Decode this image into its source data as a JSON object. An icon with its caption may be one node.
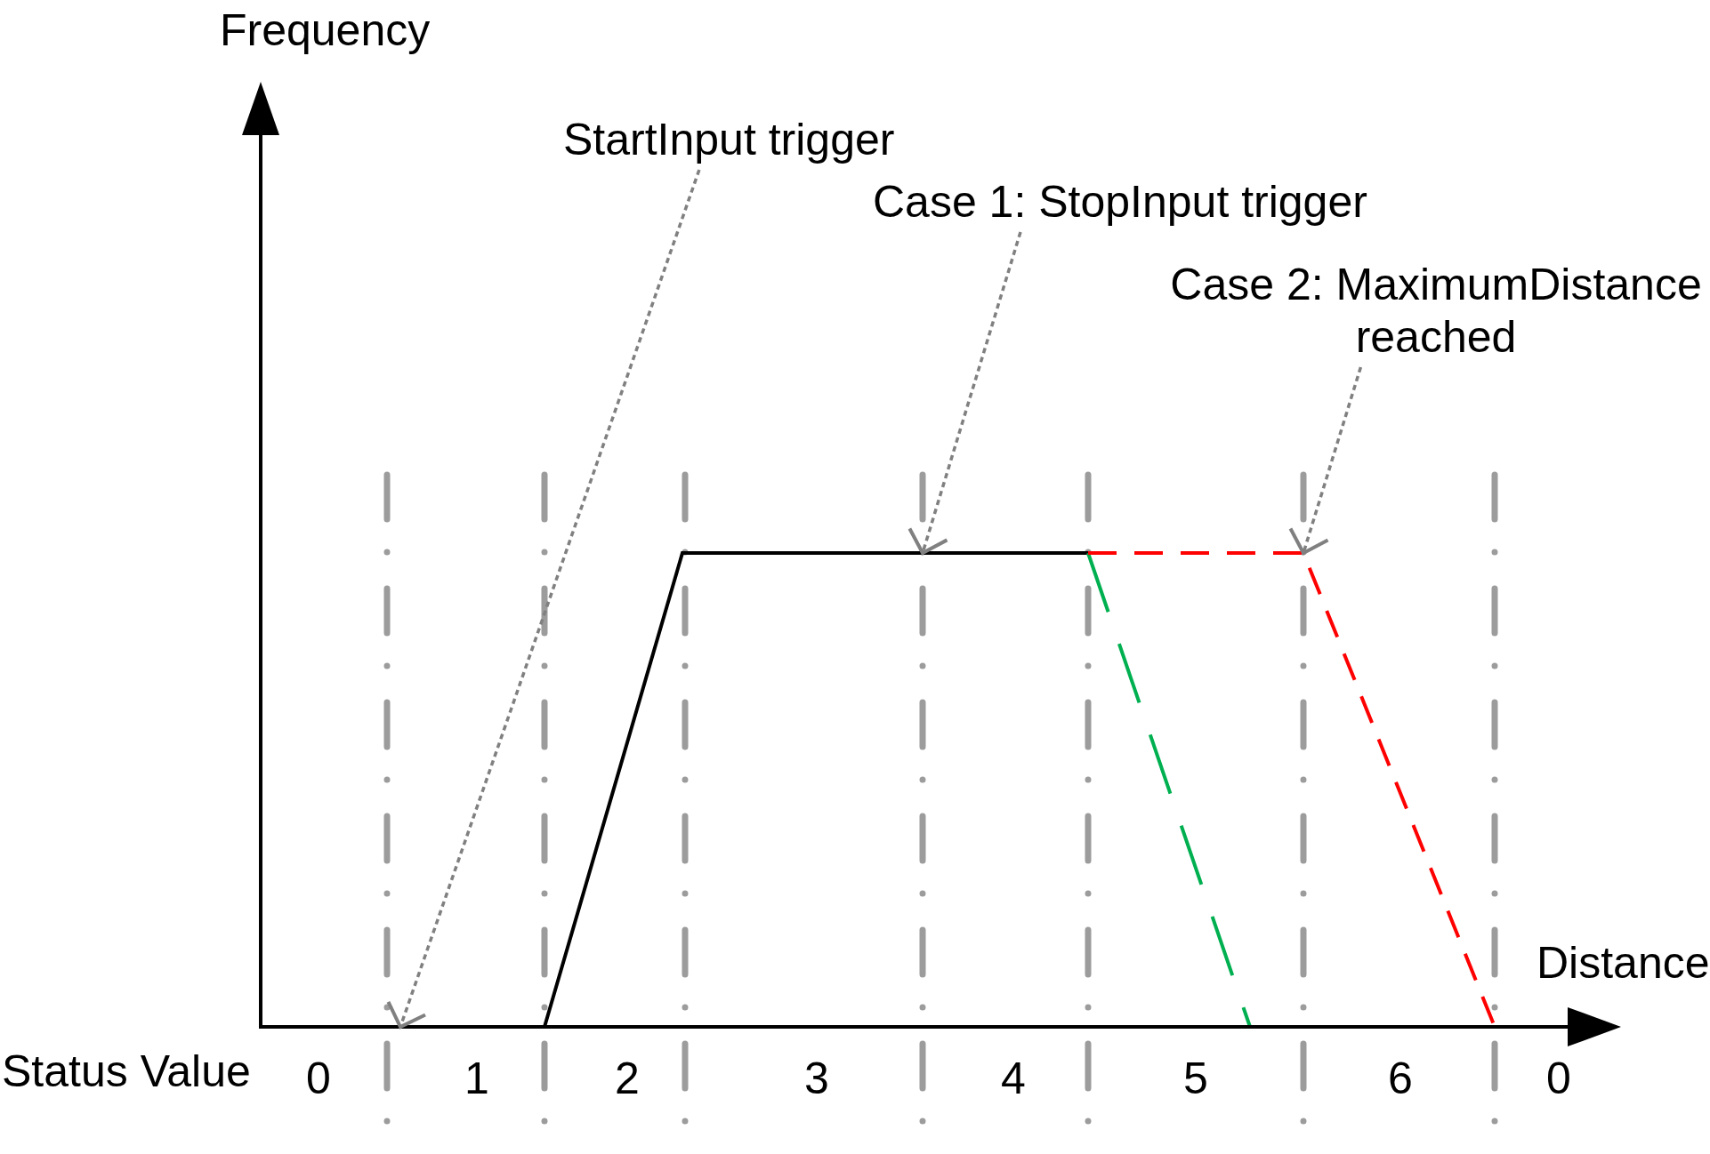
{
  "diagram": {
    "nodes": [
      {
        "text": [
          "StartInput trigger"
        ]
      },
      {
        "text": [
          "Case 1: StopInput trigger"
        ]
      },
      {
        "text": [
          "Case 2: MaximumDistance reached"
        ]
      }
    ],
    "edges": [
      {
        "from": 0,
        "to": null,
        "arrow": "to"
      },
      {
        "from": 1,
        "to": null,
        "arrow": "to"
      },
      {
        "from": 2,
        "to": null,
        "arrow": "to"
      }
    ],
    "labels": [
      "Frequency",
      "Distance",
      "Status Value",
      "0",
      "1",
      "2",
      "3",
      "4",
      "5",
      "6",
      "0"
    ]
  }
}
